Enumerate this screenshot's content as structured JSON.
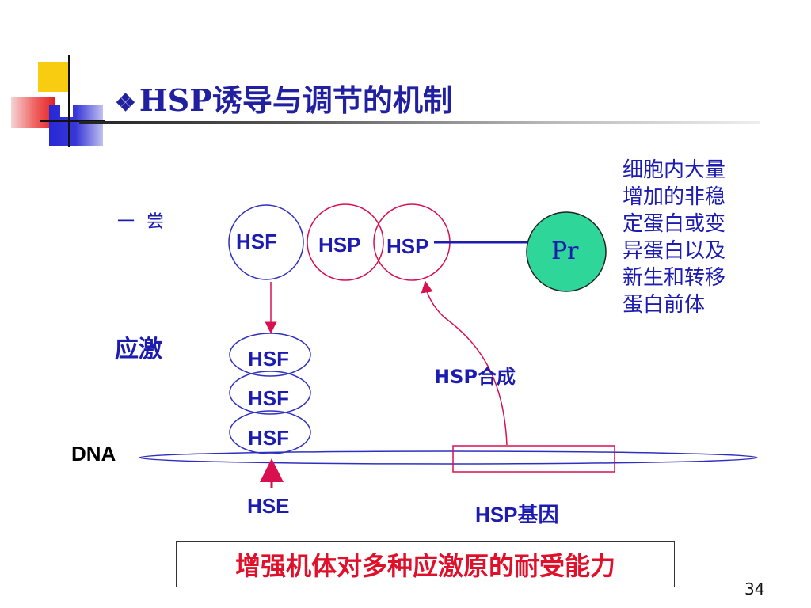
{
  "slide": {
    "title_bullet": "❖",
    "title": "HSP诱导与调节的机制",
    "ocr_fragment": "一 尝",
    "side_text": "细胞内大量\n增加的非稳\n定蛋白或变\n异蛋白以及\n新生和转移\n蛋白前体",
    "stress_label": "应激",
    "dna_label": "DNA",
    "hsf_top": "HSF",
    "hsp_1": "HSP",
    "hsp_2": "HSP",
    "pr_label": "Pr",
    "hsf_trimer": [
      "HSF",
      "HSF",
      "HSF"
    ],
    "hsp_synthesis": "HSP合成",
    "hse_label": "HSE",
    "hsp_gene_label": "HSP基因",
    "bottom_box": "增强机体对多种应激原的耐受能力",
    "page_number": "34"
  },
  "colors": {
    "blue_text": "#1c1cb0",
    "title_blue": "#2020a0",
    "red_arrow": "#d81050",
    "pr_fill": "#2ed69a",
    "circle_blue": "#3030c0",
    "circle_pink": "#d81050",
    "bottom_text": "#e0102a"
  }
}
